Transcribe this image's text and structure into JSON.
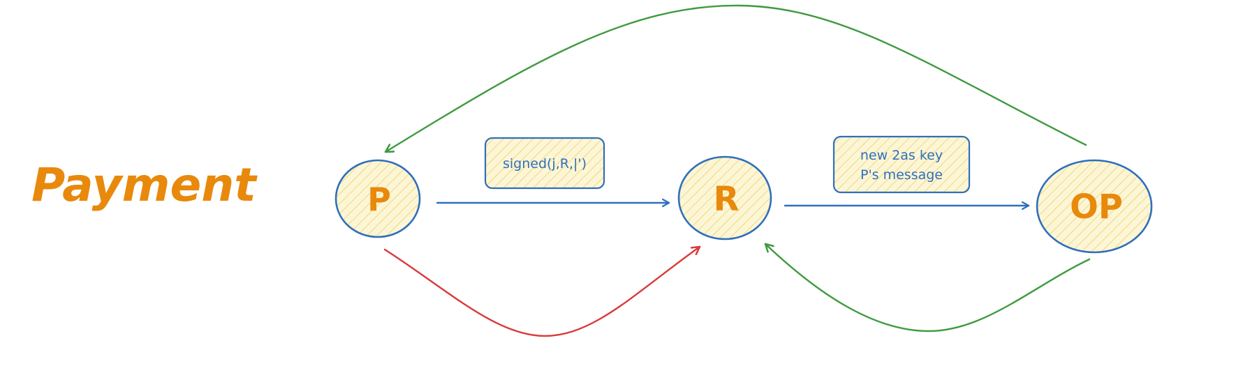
{
  "title": "Payment",
  "nodes": {
    "p": "P",
    "r": "R",
    "op": "OP"
  },
  "edge_labels": {
    "p_to_r": [
      "signed(j,R,|')"
    ],
    "r_to_op": [
      "new 2as key",
      "P's message"
    ]
  },
  "colors": {
    "title": "#e8890c",
    "node_text": "#e8890c",
    "node_border": "#2f6fbd",
    "node_fill": "#fdf6d6",
    "node_hatch": "#f0de8c",
    "blue_arrow": "#2f6fbd",
    "green_arrow": "#3f9a3f",
    "red_arrow": "#d83a3a",
    "label_text": "#2f6fbd"
  }
}
